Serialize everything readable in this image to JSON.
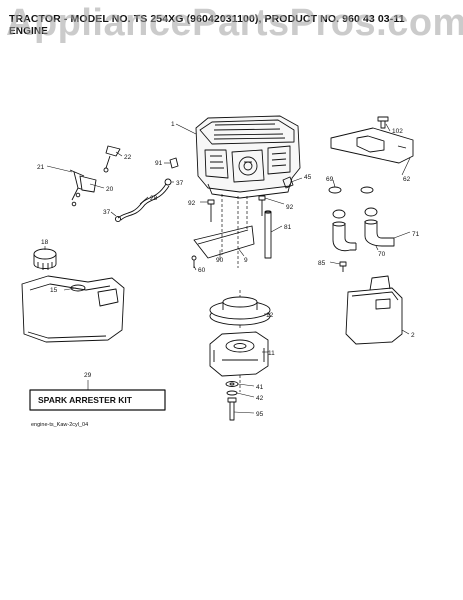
{
  "header": {
    "title": "TRACTOR - MODEL NO. TS 254XG (96042031100), PRODUCT NO. 960 43 03-11",
    "subtitle": "ENGINE"
  },
  "watermark": "AppliancePartsPros.com",
  "parts": {
    "p1": "1",
    "p102": "102",
    "p21": "21",
    "p22": "22",
    "p91": "91",
    "p37a": "37",
    "p45": "45",
    "p20": "20",
    "p28": "28",
    "p37b": "37",
    "p92a": "92",
    "p92b": "92",
    "p62": "62",
    "p69": "69",
    "p71": "71",
    "p18": "18",
    "p81": "81",
    "p90": "90",
    "p9": "9",
    "p60": "60",
    "p70": "70",
    "p85": "85",
    "p15": "15",
    "p12": "12",
    "p2": "2",
    "p11": "11",
    "p29": "29",
    "p41": "41",
    "p42": "42",
    "p95": "95"
  },
  "kit_label": "SPARK ARRESTER KIT",
  "drawing_code": "engine-ts_Kaw-2cyl_04"
}
